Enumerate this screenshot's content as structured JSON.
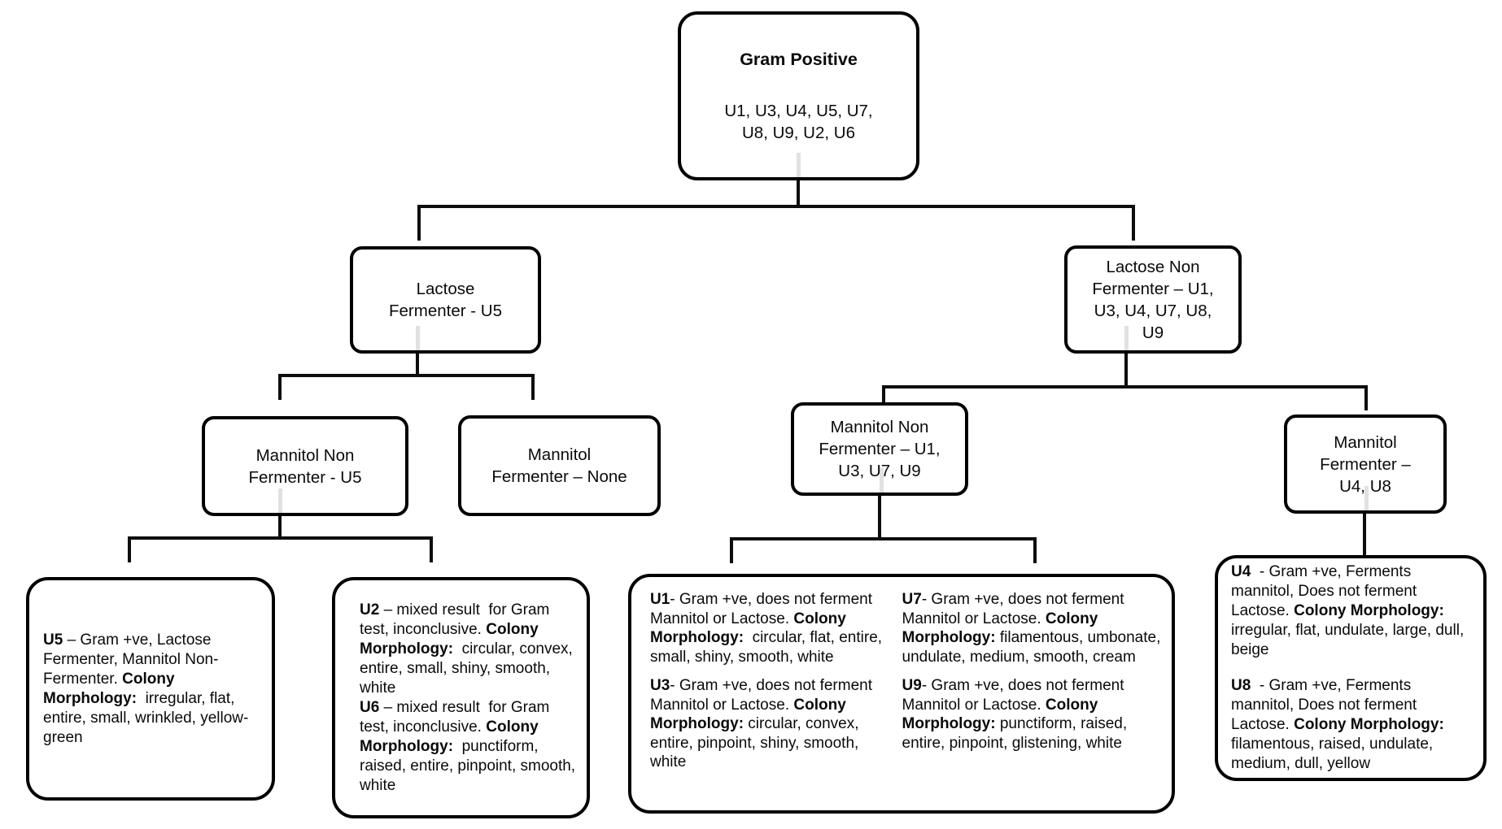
{
  "colors": {
    "background": "#ffffff",
    "box_border": "#000000",
    "text": "#0a0a0a",
    "connector": "#0d0d0d",
    "anchor_tick": "#e1e1e1"
  },
  "nodes": {
    "gram_positive": {
      "title": "Gram Positive",
      "ids": "U1, U3, U4, U5, U7,\nU8, U9, U2, U6"
    },
    "lactose_fermenter": {
      "label": "Lactose\nFermenter - U5"
    },
    "lactose_non_fermenter": {
      "label": "Lactose Non\nFermenter – U1,\nU3, U4, U7, U8,\nU9"
    },
    "mannitol_non_fermenter_u5": {
      "label": "Mannitol Non\nFermenter -  U5"
    },
    "mannitol_fermenter_none": {
      "label": "Mannitol\nFermenter – None"
    },
    "mannitol_non_fermenter_u1_u3_u7_u9": {
      "label": "Mannitol Non\nFermenter – U1,\nU3,  U7, U9"
    },
    "mannitol_fermenter_u4_u8": {
      "label": "Mannitol\nFermenter –\nU4, U8"
    }
  },
  "leaves": {
    "u5": {
      "paragraphs": [
        [
          {
            "text": "U5",
            "bold": true
          },
          {
            "text": " – Gram +ve, Lactose Fermenter, Mannitol Non-Fermenter. ",
            "bold": false
          },
          {
            "text": "Colony Morphology:",
            "bold": true
          },
          {
            "text": "  irregular, flat, entire, small, wrinkled, yellow-green",
            "bold": false
          }
        ]
      ]
    },
    "u2_u6": {
      "paragraphs": [
        [
          {
            "text": "U2",
            "bold": true
          },
          {
            "text": " – mixed result  for Gram test, inconclusive. ",
            "bold": false
          },
          {
            "text": "Colony Morphology:",
            "bold": true
          },
          {
            "text": "  circular, convex, entire, small, shiny, smooth, white",
            "bold": false
          }
        ],
        [
          {
            "text": "U6",
            "bold": true
          },
          {
            "text": " – mixed result  for Gram test, inconclusive. ",
            "bold": false
          },
          {
            "text": "Colony Morphology:",
            "bold": true
          },
          {
            "text": "  punctiform, raised, entire, pinpoint, smooth, white",
            "bold": false
          }
        ]
      ]
    },
    "u1": {
      "paragraphs": [
        [
          {
            "text": "U1",
            "bold": true
          },
          {
            "text": "- Gram +ve, does not ferment Mannitol or Lactose. ",
            "bold": false
          },
          {
            "text": "Colony Morphology:",
            "bold": true
          },
          {
            "text": "  circular, flat, entire, small, shiny, smooth, white",
            "bold": false
          }
        ]
      ]
    },
    "u3": {
      "paragraphs": [
        [
          {
            "text": "U3",
            "bold": true
          },
          {
            "text": "- Gram +ve, does not ferment Mannitol or Lactose. ",
            "bold": false
          },
          {
            "text": "Colony Morphology:",
            "bold": true
          },
          {
            "text": " circular, convex, entire, pinpoint, shiny, smooth, white",
            "bold": false
          }
        ]
      ]
    },
    "u7": {
      "paragraphs": [
        [
          {
            "text": "U7",
            "bold": true
          },
          {
            "text": "- Gram +ve, does not ferment Mannitol or Lactose. ",
            "bold": false
          },
          {
            "text": "Colony Morphology:",
            "bold": true
          },
          {
            "text": " filamentous, umbonate, undulate, medium, smooth, cream",
            "bold": false
          }
        ]
      ]
    },
    "u9": {
      "paragraphs": [
        [
          {
            "text": "U9",
            "bold": true
          },
          {
            "text": "- Gram +ve, does not ferment Mannitol or Lactose. ",
            "bold": false
          },
          {
            "text": "Colony Morphology:",
            "bold": true
          },
          {
            "text": " punctiform, raised, entire, pinpoint, glistening, white",
            "bold": false
          }
        ]
      ]
    },
    "u4_u8": {
      "paragraphs": [
        [
          {
            "text": "U4",
            "bold": true
          },
          {
            "text": "  - Gram +ve, Ferments mannitol, Does not ferment Lactose. ",
            "bold": false
          },
          {
            "text": "Colony Morphology:",
            "bold": true
          },
          {
            "text": " irregular, flat, undulate, large, dull, beige",
            "bold": false
          }
        ],
        [
          {
            "text": "U8",
            "bold": true
          },
          {
            "text": "  - Gram +ve, Ferments mannitol, Does not ferment Lactose. ",
            "bold": false
          },
          {
            "text": "Colony Morphology:",
            "bold": true
          },
          {
            "text": " filamentous, raised, undulate, medium, dull, yellow",
            "bold": false
          }
        ]
      ]
    }
  }
}
